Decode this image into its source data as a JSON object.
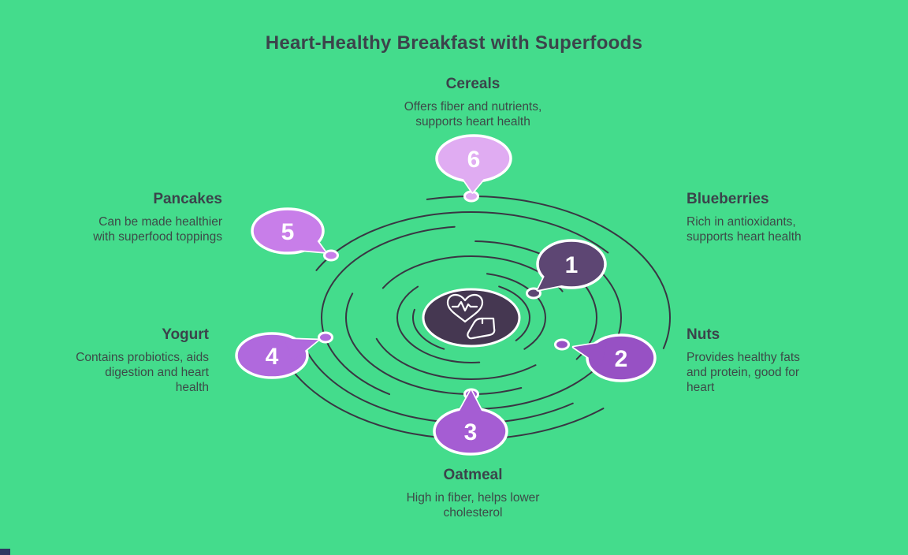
{
  "page": {
    "title": "Heart-Healthy Breakfast with Superfoods"
  },
  "colors": {
    "background": "#44DC8C",
    "ring_stroke": "#393643",
    "center_fill": "#453751",
    "heading_text": "#3B434B",
    "body_text": "#3D4A48",
    "bubble_border": "#FFFFFF",
    "footer_accent": "#2F3763"
  },
  "center": {
    "icon": "heart-muscle-icon"
  },
  "items": [
    {
      "number": "1",
      "name": "Blueberries",
      "description": "Rich in antioxidants,\nsupports heart health",
      "color": "#5D4673"
    },
    {
      "number": "2",
      "name": "Nuts",
      "description": "Provides healthy fats\nand protein, good for\nheart",
      "color": "#9751C4"
    },
    {
      "number": "3",
      "name": "Oatmeal",
      "description": "High in fiber, helps lower\ncholesterol",
      "color": "#A55DD3"
    },
    {
      "number": "4",
      "name": "Yogurt",
      "description": "Contains probiotics, aids\ndigestion and heart\nhealth",
      "color": "#B069DD"
    },
    {
      "number": "5",
      "name": "Pancakes",
      "description": "Can be made healthier\nwith superfood toppings",
      "color": "#C87EE9"
    },
    {
      "number": "6",
      "name": "Cereals",
      "description": "Offers fiber and nutrients,\nsupports heart health",
      "color": "#E0ACF2"
    }
  ]
}
